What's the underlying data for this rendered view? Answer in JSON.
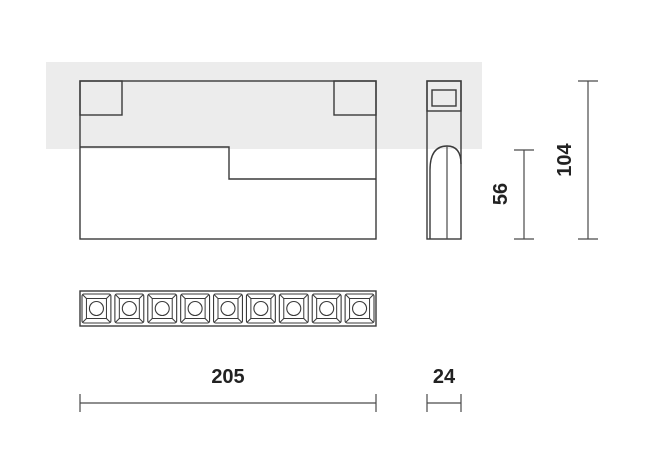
{
  "drawing": {
    "background_band_color": "#ececec",
    "line_color": "#3a3a3a",
    "dimensions": {
      "width_front": "205",
      "width_side": "24",
      "height_short": "56",
      "height_total": "104"
    },
    "led_count": 9
  }
}
